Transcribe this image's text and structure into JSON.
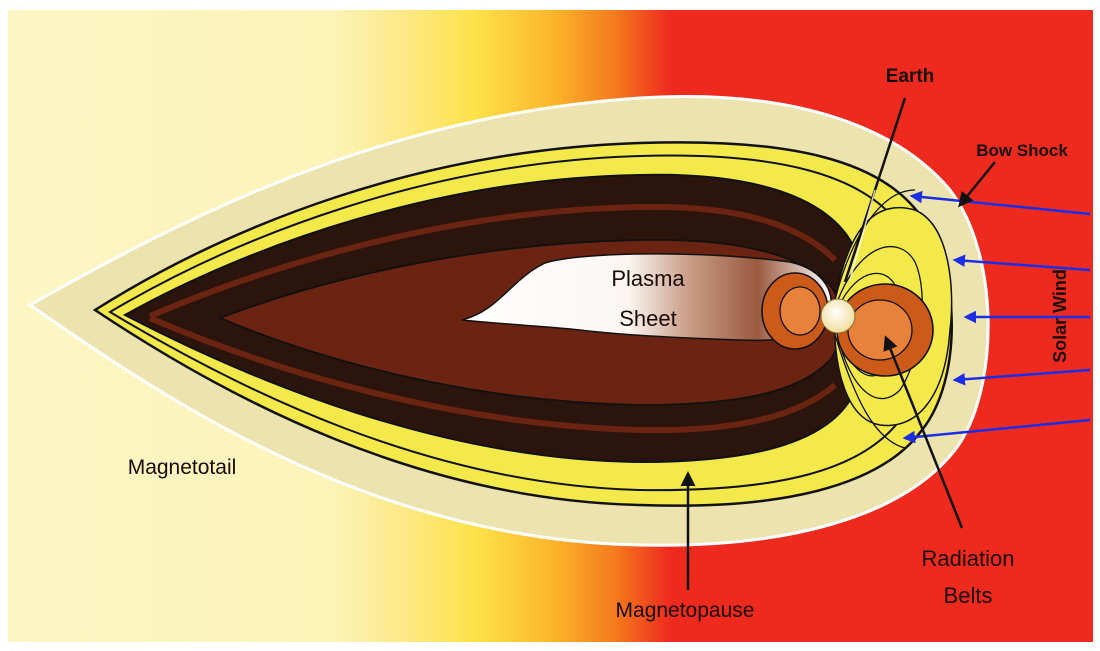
{
  "diagram": {
    "labels": {
      "plasma_sheet_line1": "Plasma",
      "plasma_sheet_line2": "Sheet",
      "earth": "Earth",
      "bow_shock": "Bow Shock",
      "solar_wind": "Solar Wind",
      "magnetotail": "Magnetotail",
      "magnetopause": "Magnetopause",
      "radiation_belts_line1": "Radiation",
      "radiation_belts_line2": "Belts"
    },
    "colors": {
      "background_left": "#fcf6c4",
      "background_mid": "#fde66a",
      "background_orange": "#f7941d",
      "background_right": "#ee2a1e",
      "bow_shock_region": "#ece3ae",
      "magnetopause_band": "#f4e94a",
      "outer_field_region": "#2a140c",
      "inner_field_region": "#6b2412",
      "plasma_sheet": "#ffffff",
      "radiation_belt_outer": "#cc5a18",
      "radiation_belt_inner": "#e8823a",
      "earth": "#fff3cc",
      "solar_wind_arrow": "#1a2ee6",
      "line": "#111111"
    }
  }
}
